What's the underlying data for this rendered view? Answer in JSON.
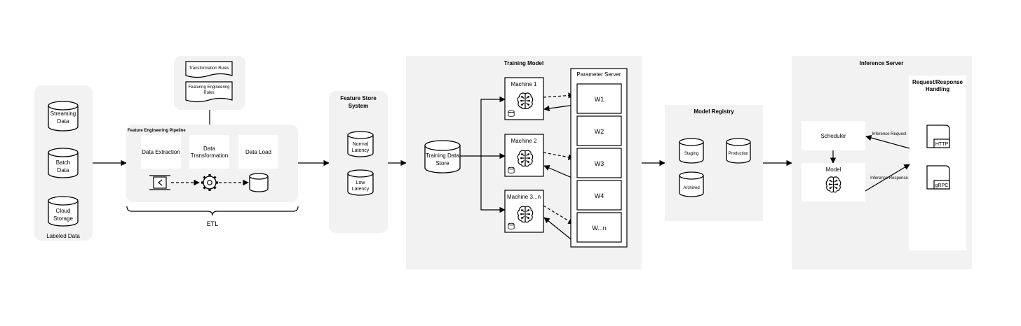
{
  "labeled_data": {
    "caption": "Labeled Data",
    "sources": [
      [
        "Streaming",
        "Data"
      ],
      [
        "Batch",
        "Data"
      ],
      [
        "Cloud",
        "Storage"
      ]
    ]
  },
  "rules": {
    "transformation": "Transformation Rules",
    "featuring": [
      "Featuring Engineering",
      "Rules"
    ]
  },
  "pipeline": {
    "title": "Feature Engineering Pipeline",
    "extraction": "Data Extraction",
    "transformation": [
      "Data",
      "Transformation"
    ],
    "load": "Data Load",
    "etl": "ETL"
  },
  "feature_store": {
    "title": [
      "Feature Store",
      "System"
    ],
    "normal": [
      "Normal",
      "Latency"
    ],
    "low": [
      "Low",
      "Latency"
    ]
  },
  "training": {
    "title": "Training Model",
    "store": [
      "Training Data",
      "Store"
    ],
    "machines": [
      "Machine 1",
      "Machine 2",
      "Machine 3...n"
    ],
    "param_server": "Parameter Server",
    "weights": [
      "W1",
      "W2",
      "W3",
      "W4",
      "W...n"
    ]
  },
  "registry": {
    "title": "Model Registry",
    "staging": "Staging",
    "production": "Production",
    "archived": "Archived"
  },
  "inference": {
    "title": "Inference Server",
    "handling": [
      "Request/Response",
      "Handling"
    ],
    "scheduler": "Scheduler",
    "model": "Model",
    "request_label": "Inference Request",
    "response_label": "Inference Response",
    "http": "HTTP",
    "grpc": "gRPC"
  },
  "icons": {
    "brain": "ai-brain-icon",
    "gear": "gear-icon",
    "database": "database-icon",
    "extract": "extract-icon",
    "document": "document-icon"
  }
}
